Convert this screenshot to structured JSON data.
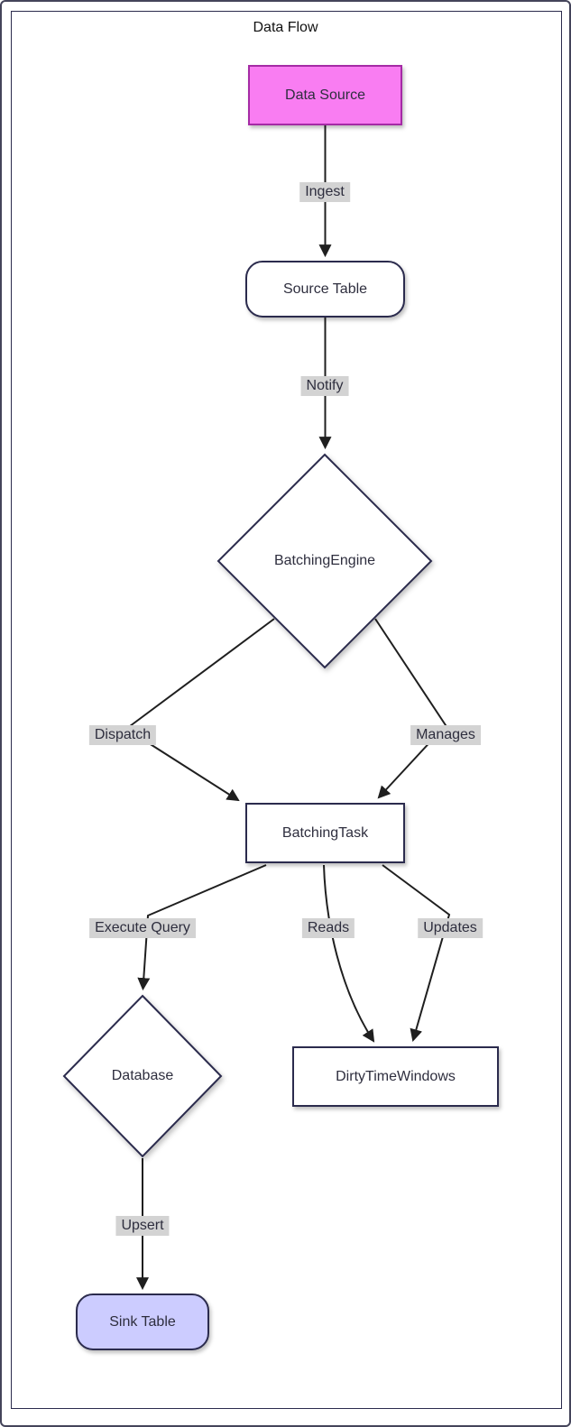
{
  "title": "Data Flow",
  "nodes": {
    "data_source": {
      "label": "Data Source",
      "shape": "rectangle"
    },
    "source_table": {
      "label": "Source Table",
      "shape": "rounded-rectangle"
    },
    "batching_engine": {
      "label": "BatchingEngine",
      "shape": "diamond"
    },
    "batching_task": {
      "label": "BatchingTask",
      "shape": "rectangle"
    },
    "database": {
      "label": "Database",
      "shape": "diamond"
    },
    "dirty_time_windows": {
      "label": "DirtyTimeWindows",
      "shape": "rectangle"
    },
    "sink_table": {
      "label": "Sink Table",
      "shape": "rounded-rectangle"
    }
  },
  "edges": {
    "ingest": {
      "label": "Ingest",
      "from": "data_source",
      "to": "source_table"
    },
    "notify": {
      "label": "Notify",
      "from": "source_table",
      "to": "batching_engine"
    },
    "dispatch": {
      "label": "Dispatch",
      "from": "batching_engine",
      "to": "batching_task"
    },
    "manages": {
      "label": "Manages",
      "from": "batching_engine",
      "to": "batching_task"
    },
    "execute_query": {
      "label": "Execute Query",
      "from": "batching_task",
      "to": "database"
    },
    "reads": {
      "label": "Reads",
      "from": "batching_task",
      "to": "dirty_time_windows"
    },
    "updates": {
      "label": "Updates",
      "from": "batching_task",
      "to": "dirty_time_windows"
    },
    "upsert": {
      "label": "Upsert",
      "from": "database",
      "to": "sink_table"
    }
  },
  "colors": {
    "data_source_fill": "#f97df2",
    "data_source_stroke": "#a52ba5",
    "sink_fill": "#ccccff",
    "node_stroke": "#2b2b4d",
    "edge_color": "#1f1f1f",
    "label_bg": "#d3d3d3",
    "text_color": "#2e2e3e"
  }
}
